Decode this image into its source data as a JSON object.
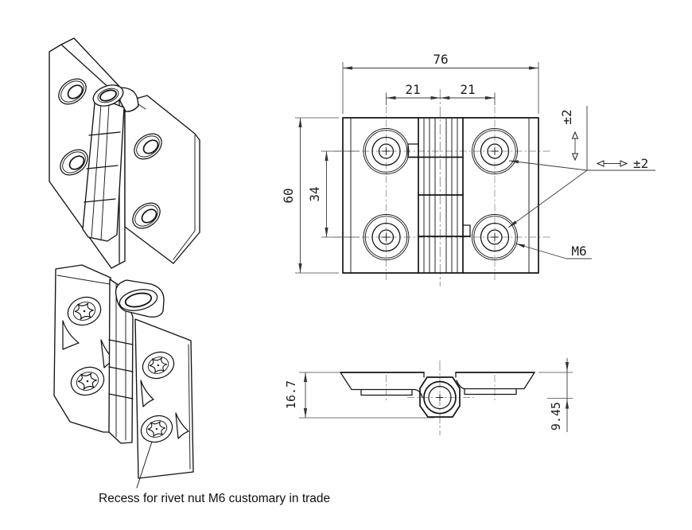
{
  "labels": {
    "front_width": "76",
    "front_pitch_left": "21",
    "front_pitch_right": "21",
    "front_height": "60",
    "front_pitch_vertical": "34",
    "tolerance_vertical": "±2",
    "tolerance_horizontal": "±2",
    "thread": "M6",
    "side_total_height": "16.7",
    "side_axis_offset": "9.45",
    "note": "Recess for rivet nut M6 customary in trade"
  }
}
